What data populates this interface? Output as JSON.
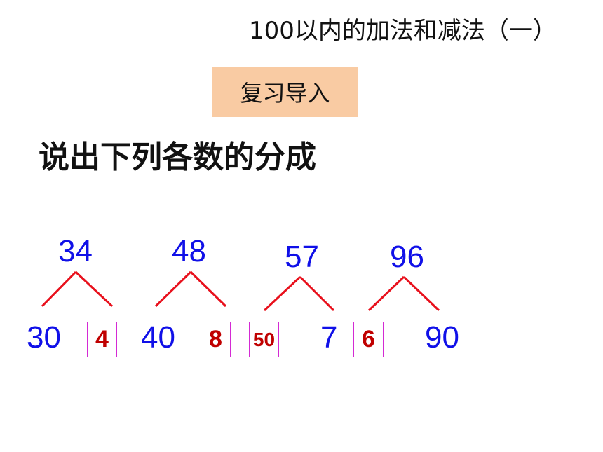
{
  "header": {
    "title": "100以内的加法和减法（一）"
  },
  "badge": {
    "label": "复习导入"
  },
  "instruction": "说出下列各数的分成",
  "decompositions": [
    {
      "total": "34",
      "left": "30",
      "right": "4",
      "answer_side": "right"
    },
    {
      "total": "48",
      "left": "40",
      "right": "8",
      "answer_side": "right"
    },
    {
      "total": "57",
      "left": "50",
      "right": "7",
      "answer_side": "left"
    },
    {
      "total": "96",
      "left": "6",
      "right": "90",
      "answer_side": "left"
    }
  ],
  "colors": {
    "number": "#1010e8",
    "answer": "#c00000",
    "branch": "#e8101c",
    "box_border": "#d42ad4",
    "badge_bg": "#f9cba3"
  }
}
